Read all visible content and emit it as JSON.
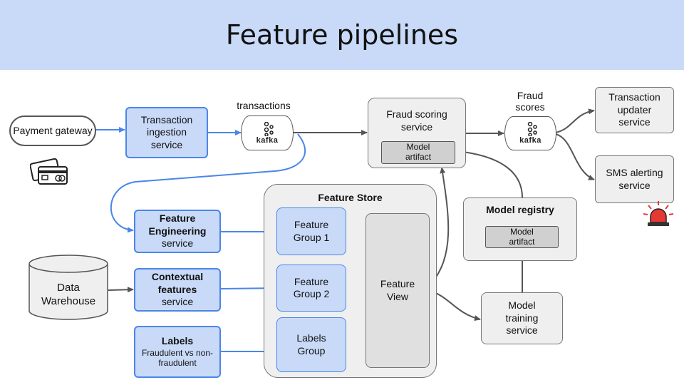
{
  "title": "Feature pipelines",
  "nodes": {
    "payment_gateway": "Payment gateway",
    "transaction_ingestion": "Transaction ingestion service",
    "transactions_topic": "transactions",
    "kafka_logo": "kafka",
    "fraud_scoring_service": "Fraud scoring service",
    "model_artifact": "Model artifact",
    "fraud_scores_topic": "Fraud scores",
    "transaction_updater": "Transaction updater service",
    "sms_alerting": "SMS alerting service",
    "feature_engineering": {
      "bold": "Feature Engineering",
      "sub": "service"
    },
    "contextual_features": {
      "bold": "Contextual features",
      "sub": "service"
    },
    "labels_service": {
      "bold": "Labels",
      "sub": "Fraudulent vs non-fraudulent"
    },
    "data_warehouse": "Data Warehouse",
    "feature_store": "Feature Store",
    "feature_group_1": "Feature Group 1",
    "feature_group_2": "Feature Group 2",
    "labels_group": "Labels Group",
    "feature_view": "Feature View",
    "model_registry": "Model registry",
    "model_registry_artifact": "Model artifact",
    "model_training": "Model training service"
  },
  "icons": [
    "credit-card-icon",
    "kafka-logo-icon",
    "alarm-siren-icon"
  ],
  "colors": {
    "header": "#c9daf8",
    "box_fill": "#c9daf8",
    "box_border": "#4a86e8",
    "edge_grey": "#555555",
    "edge_blue": "#4a86e8",
    "siren": "#e53935"
  }
}
